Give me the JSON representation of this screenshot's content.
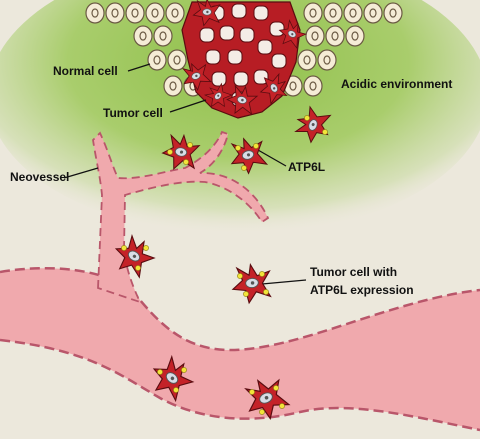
{
  "labels": {
    "normal_cell": "Normal cell",
    "tumor_cell": "Tumor cell",
    "acidic_environment": "Acidic environment",
    "neovessel": "Neovessel",
    "atp6l": "ATP6L",
    "tumor_cell_with_line1": "Tumor cell with",
    "tumor_cell_with_line2": "ATP6L expression"
  },
  "colors": {
    "background": "#ece8dc",
    "acidic_zone": "#9cc85a",
    "normal_cell_fill": "#f5ecd6",
    "normal_cell_stroke": "#6b5a44",
    "tumor_cell_fill": "#c42228",
    "tumor_nucleus": "#d8dde6",
    "atp6l_dot": "#f2e43a",
    "vessel_fill": "#f0a9ad",
    "vessel_edge": "#b9566a"
  }
}
